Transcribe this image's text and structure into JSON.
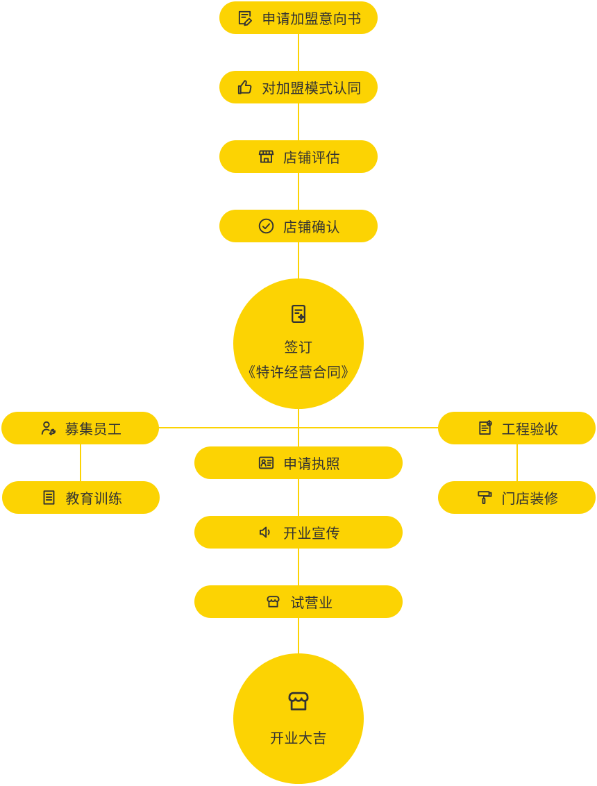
{
  "colors": {
    "accent": "#FCD303",
    "ink": "#333333",
    "canvas": "#FFFFFF"
  },
  "diagram": {
    "top_steps": [
      {
        "label": "申请加盟意向书",
        "icon": "document-edit-icon"
      },
      {
        "label": "对加盟模式认同",
        "icon": "thumbs-up-icon"
      },
      {
        "label": "店铺评估",
        "icon": "storefront-awning-icon"
      },
      {
        "label": "店铺确认",
        "icon": "check-circle-icon"
      }
    ],
    "contract_node": {
      "line1": "签订",
      "line2": "《特许经营合同》",
      "icon": "contract-star-icon"
    },
    "left_branch": [
      {
        "label": "募集员工",
        "icon": "recruit-user-wrench-icon"
      },
      {
        "label": "教育训练",
        "icon": "training-book-icon"
      }
    ],
    "right_branch": [
      {
        "label": "工程验收",
        "icon": "inspection-document-badge-icon"
      },
      {
        "label": "门店装修",
        "icon": "paint-roller-icon"
      }
    ],
    "middle_steps": [
      {
        "label": "申请执照",
        "icon": "license-id-card-icon"
      },
      {
        "label": "开业宣传",
        "icon": "speaker-icon"
      },
      {
        "label": "试营业",
        "icon": "store-scalloped-awning-icon"
      }
    ],
    "opening_node": {
      "label": "开业大吉",
      "icon": "store-scalloped-awning-icon"
    }
  }
}
